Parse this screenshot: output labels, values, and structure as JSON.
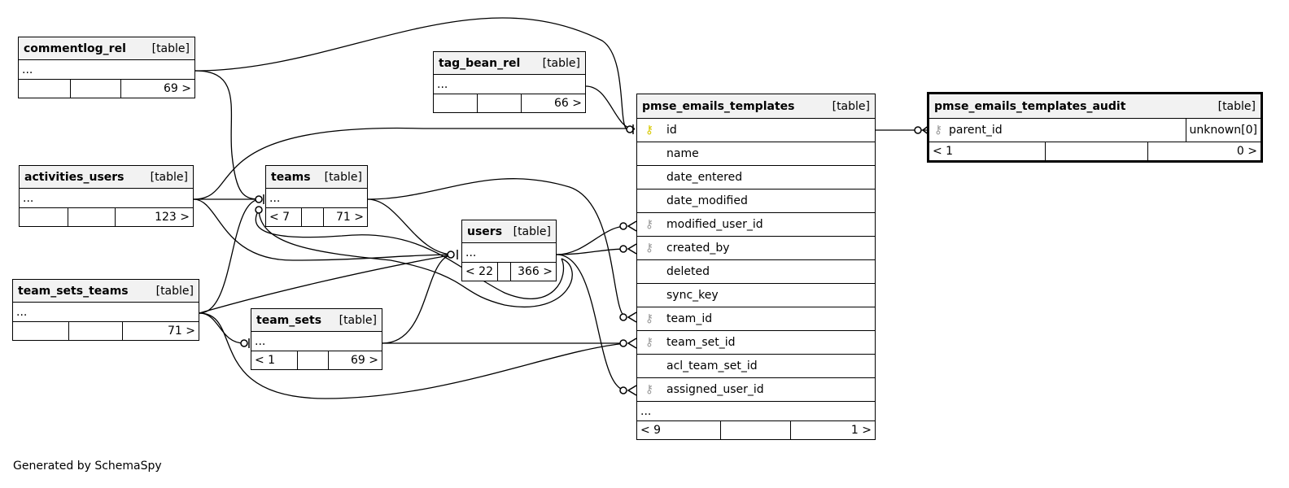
{
  "footer_note": "Generated by SchemaSpy",
  "tables": {
    "commentlog_rel": {
      "name": "commentlog_rel",
      "type": "[table]",
      "ellipsis": "...",
      "parents": "",
      "children": "69 >"
    },
    "tag_bean_rel": {
      "name": "tag_bean_rel",
      "type": "[table]",
      "ellipsis": "...",
      "parents": "",
      "children": "66 >"
    },
    "activities_users": {
      "name": "activities_users",
      "type": "[table]",
      "ellipsis": "...",
      "parents": "",
      "children": "123 >"
    },
    "teams": {
      "name": "teams",
      "type": "[table]",
      "ellipsis": "...",
      "parents": "< 7",
      "children": "71 >"
    },
    "users": {
      "name": "users",
      "type": "[table]",
      "ellipsis": "...",
      "parents": "< 22",
      "children": "366 >"
    },
    "team_sets_teams": {
      "name": "team_sets_teams",
      "type": "[table]",
      "ellipsis": "...",
      "parents": "",
      "children": "71 >"
    },
    "team_sets": {
      "name": "team_sets",
      "type": "[table]",
      "ellipsis": "...",
      "parents": "< 1",
      "children": "69 >"
    },
    "pmse_emails_templates": {
      "name": "pmse_emails_templates",
      "type": "[table]",
      "ellipsis": "...",
      "parents": "< 9",
      "children": "1 >",
      "columns": [
        {
          "name": "id",
          "key": "primary-key"
        },
        {
          "name": "name",
          "key": ""
        },
        {
          "name": "date_entered",
          "key": ""
        },
        {
          "name": "date_modified",
          "key": ""
        },
        {
          "name": "modified_user_id",
          "key": "foreign-key"
        },
        {
          "name": "created_by",
          "key": "foreign-key"
        },
        {
          "name": "deleted",
          "key": ""
        },
        {
          "name": "sync_key",
          "key": ""
        },
        {
          "name": "team_id",
          "key": "foreign-key"
        },
        {
          "name": "team_set_id",
          "key": "foreign-key"
        },
        {
          "name": "acl_team_set_id",
          "key": ""
        },
        {
          "name": "assigned_user_id",
          "key": "foreign-key"
        }
      ]
    },
    "pmse_emails_templates_audit": {
      "name": "pmse_emails_templates_audit",
      "type": "[table]",
      "parents": "< 1",
      "children": "0 >",
      "columns": [
        {
          "name": "parent_id",
          "key": "foreign-key",
          "datatype": "unknown[0]"
        }
      ]
    }
  }
}
